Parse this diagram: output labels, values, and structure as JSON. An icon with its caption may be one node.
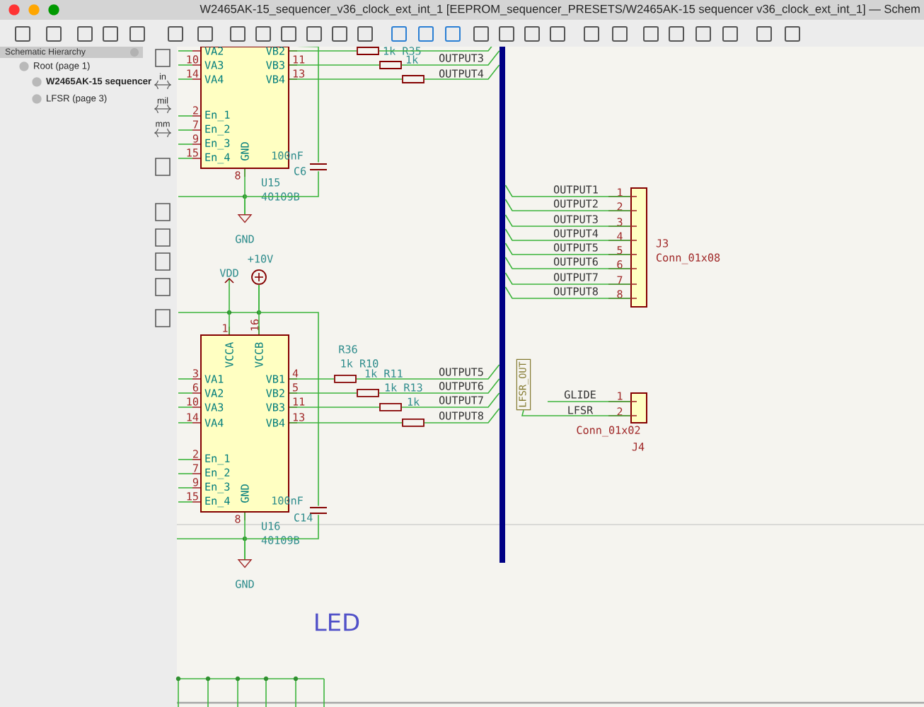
{
  "diagram": {
    "nodes": [
      {
        "text": [
          "VA2",
          "VA3",
          "VA4",
          "En_1",
          "En_2",
          "En_3",
          "En_4",
          "VB2",
          "VB3",
          "VB4",
          "GND"
        ],
        "beside": [
          "10",
          "14",
          "2",
          "7",
          "9",
          "15",
          "8",
          "11",
          "13",
          "U15",
          "40109B"
        ]
      },
      {
        "text": [],
        "shape": "resistor",
        "beside": [
          "1k R35"
        ]
      },
      {
        "text": [],
        "shape": "resistor",
        "beside": [
          "1k"
        ]
      },
      {
        "text": [],
        "shape": "resistor"
      },
      {
        "text": [],
        "shape": "capacitor",
        "beside": [
          "C6"
        ]
      },
      {
        "text": [],
        "shape": "ground",
        "beside": [
          "GND"
        ]
      },
      {
        "text": [],
        "shape": "bar"
      },
      {
        "text": [],
        "shape": "box",
        "beside": [
          "1",
          "2",
          "3",
          "4",
          "5",
          "6",
          "7",
          "8",
          "J3",
          "Conn_01x08"
        ]
      },
      {
        "text": [
          "VDD"
        ]
      },
      {
        "text": [],
        "shape": "circle",
        "beside": [
          "+10V"
        ]
      },
      {
        "text": [
          "VCCA",
          "VCCB",
          "VA1",
          "VA2",
          "VA3",
          "VA4",
          "En_1",
          "En_2",
          "En_3",
          "En_4",
          "VB1",
          "VB2",
          "VB3",
          "VB4",
          "GND"
        ],
        "beside": [
          "1",
          "16",
          "3",
          "6",
          "10",
          "14",
          "2",
          "7",
          "9",
          "15",
          "8",
          "4",
          "5",
          "11",
          "13",
          "U16",
          "40109B"
        ]
      },
      {
        "text": [],
        "shape": "resistor",
        "beside": [
          "R36",
          "1k R10"
        ]
      },
      {
        "text": [],
        "shape": "resistor",
        "beside": [
          "1k R11"
        ]
      },
      {
        "text": [],
        "shape": "resistor",
        "beside": [
          "1k R13"
        ]
      },
      {
        "text": [],
        "shape": "resistor",
        "beside": [
          "1k"
        ]
      },
      {
        "text": [],
        "shape": "capacitor",
        "beside": [
          "C14"
        ]
      },
      {
        "text": [],
        "shape": "ground",
        "beside": [
          "GND"
        ]
      },
      {
        "text": [
          "LFSR_OUT"
        ]
      },
      {
        "text": [],
        "shape": "box",
        "beside": [
          "1",
          "2",
          "Conn_01x02",
          "J4"
        ]
      }
    ],
    "edges": [
      {
        "from": 0,
        "to": 1,
        "arrow": "none"
      },
      {
        "from": 0,
        "to": 2,
        "arrow": "none"
      },
      {
        "from": 0,
        "to": 3,
        "arrow": "none"
      },
      {
        "from": 1,
        "to": 6,
        "arrow": "none"
      },
      {
        "from": 2,
        "to": 6,
        "arrow": "none",
        "label": "OUTPUT3"
      },
      {
        "from": 3,
        "to": 6,
        "arrow": "none",
        "label": "OUTPUT4"
      },
      {
        "from": 0,
        "to": 5,
        "arrow": "none"
      },
      {
        "from": 4,
        "to": 5,
        "arrow": "none"
      },
      {
        "from": 6,
        "to": 7,
        "arrow": "none",
        "label": "OUTPUT1"
      },
      {
        "from": 6,
        "to": 7,
        "arrow": "none",
        "label": "OUTPUT2"
      },
      {
        "from": 6,
        "to": 7,
        "arrow": "none",
        "label": "OUTPUT3"
      },
      {
        "from": 6,
        "to": 7,
        "arrow": "none",
        "label": "OUTPUT4"
      },
      {
        "from": 6,
        "to": 7,
        "arrow": "none",
        "label": "OUTPUT5"
      },
      {
        "from": 6,
        "to": 7,
        "arrow": "none",
        "label": "OUTPUT6"
      },
      {
        "from": 6,
        "to": 7,
        "arrow": "none",
        "label": "OUTPUT7"
      },
      {
        "from": 6,
        "to": 7,
        "arrow": "none",
        "label": "OUTPUT8"
      },
      {
        "from": 10,
        "to": 8,
        "arrow": "to"
      },
      {
        "from": 9,
        "to": 10,
        "arrow": "none"
      },
      {
        "from": 9,
        "to": 15,
        "arrow": "none"
      },
      {
        "from": 10,
        "to": 11,
        "arrow": "none"
      },
      {
        "from": 10,
        "to": 12,
        "arrow": "none"
      },
      {
        "from": 10,
        "to": 13,
        "arrow": "none"
      },
      {
        "from": 10,
        "to": 14,
        "arrow": "none"
      },
      {
        "from": 11,
        "to": 6,
        "arrow": "none",
        "label": "OUTPUT5"
      },
      {
        "from": 12,
        "to": 6,
        "arrow": "none",
        "label": "OUTPUT6"
      },
      {
        "from": 13,
        "to": 6,
        "arrow": "none",
        "label": "OUTPUT7"
      },
      {
        "from": 14,
        "to": 6,
        "arrow": "none",
        "label": "OUTPUT8"
      },
      {
        "from": 10,
        "to": 16,
        "arrow": "none"
      },
      {
        "from": 15,
        "to": 16,
        "arrow": "none"
      },
      {
        "from": 17,
        "to": 18,
        "arrow": "none",
        "label": "LFSR"
      },
      {
        "from": null,
        "to": 18,
        "arrow": "none",
        "label": "GLIDE"
      },
      {
        "from": 0,
        "to": 4,
        "arrow": "none"
      }
    ],
    "labels": [
      "W2465AK-15_sequencer_v36_clock_ext_int_1 [EEPROM_sequencer_PRESETS/W2465AK-15 sequencer v36_clock_ext_int_1] — Schem",
      "Schematic Hierarchy",
      "Root (page 1)",
      "W2465AK-15 sequencer",
      "LFSR (page 3)",
      "in",
      "mil",
      "mm",
      "LED",
      "100nF",
      "100nF"
    ]
  }
}
